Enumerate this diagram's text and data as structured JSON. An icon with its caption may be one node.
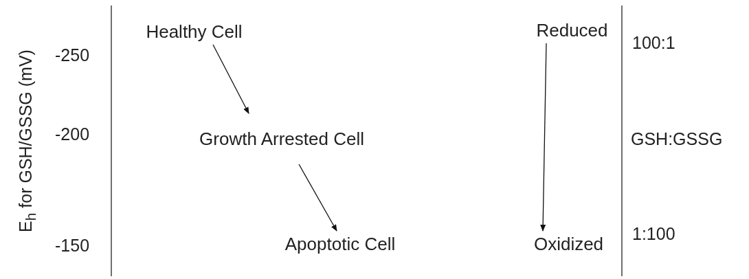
{
  "diagram": {
    "nodes": [
      {
        "text": [
          "Healthy Cell"
        ]
      },
      {
        "text": [
          "Growth Arrested Cell"
        ]
      },
      {
        "text": [
          "Apoptotic Cell"
        ]
      },
      {
        "text": [
          "Reduced"
        ]
      },
      {
        "text": [
          "Oxidized"
        ]
      }
    ],
    "edges": [
      {
        "from": 0,
        "to": 1,
        "arrow": "to"
      },
      {
        "from": 1,
        "to": 2,
        "arrow": "to"
      },
      {
        "from": 3,
        "to": 4,
        "arrow": "to"
      }
    ],
    "labels": [
      "E$_{h}$ for GSH/GSSG (mV)",
      "-250",
      "100:1",
      "-200",
      "GSH:GSSG",
      "-150",
      "1:100"
    ]
  }
}
